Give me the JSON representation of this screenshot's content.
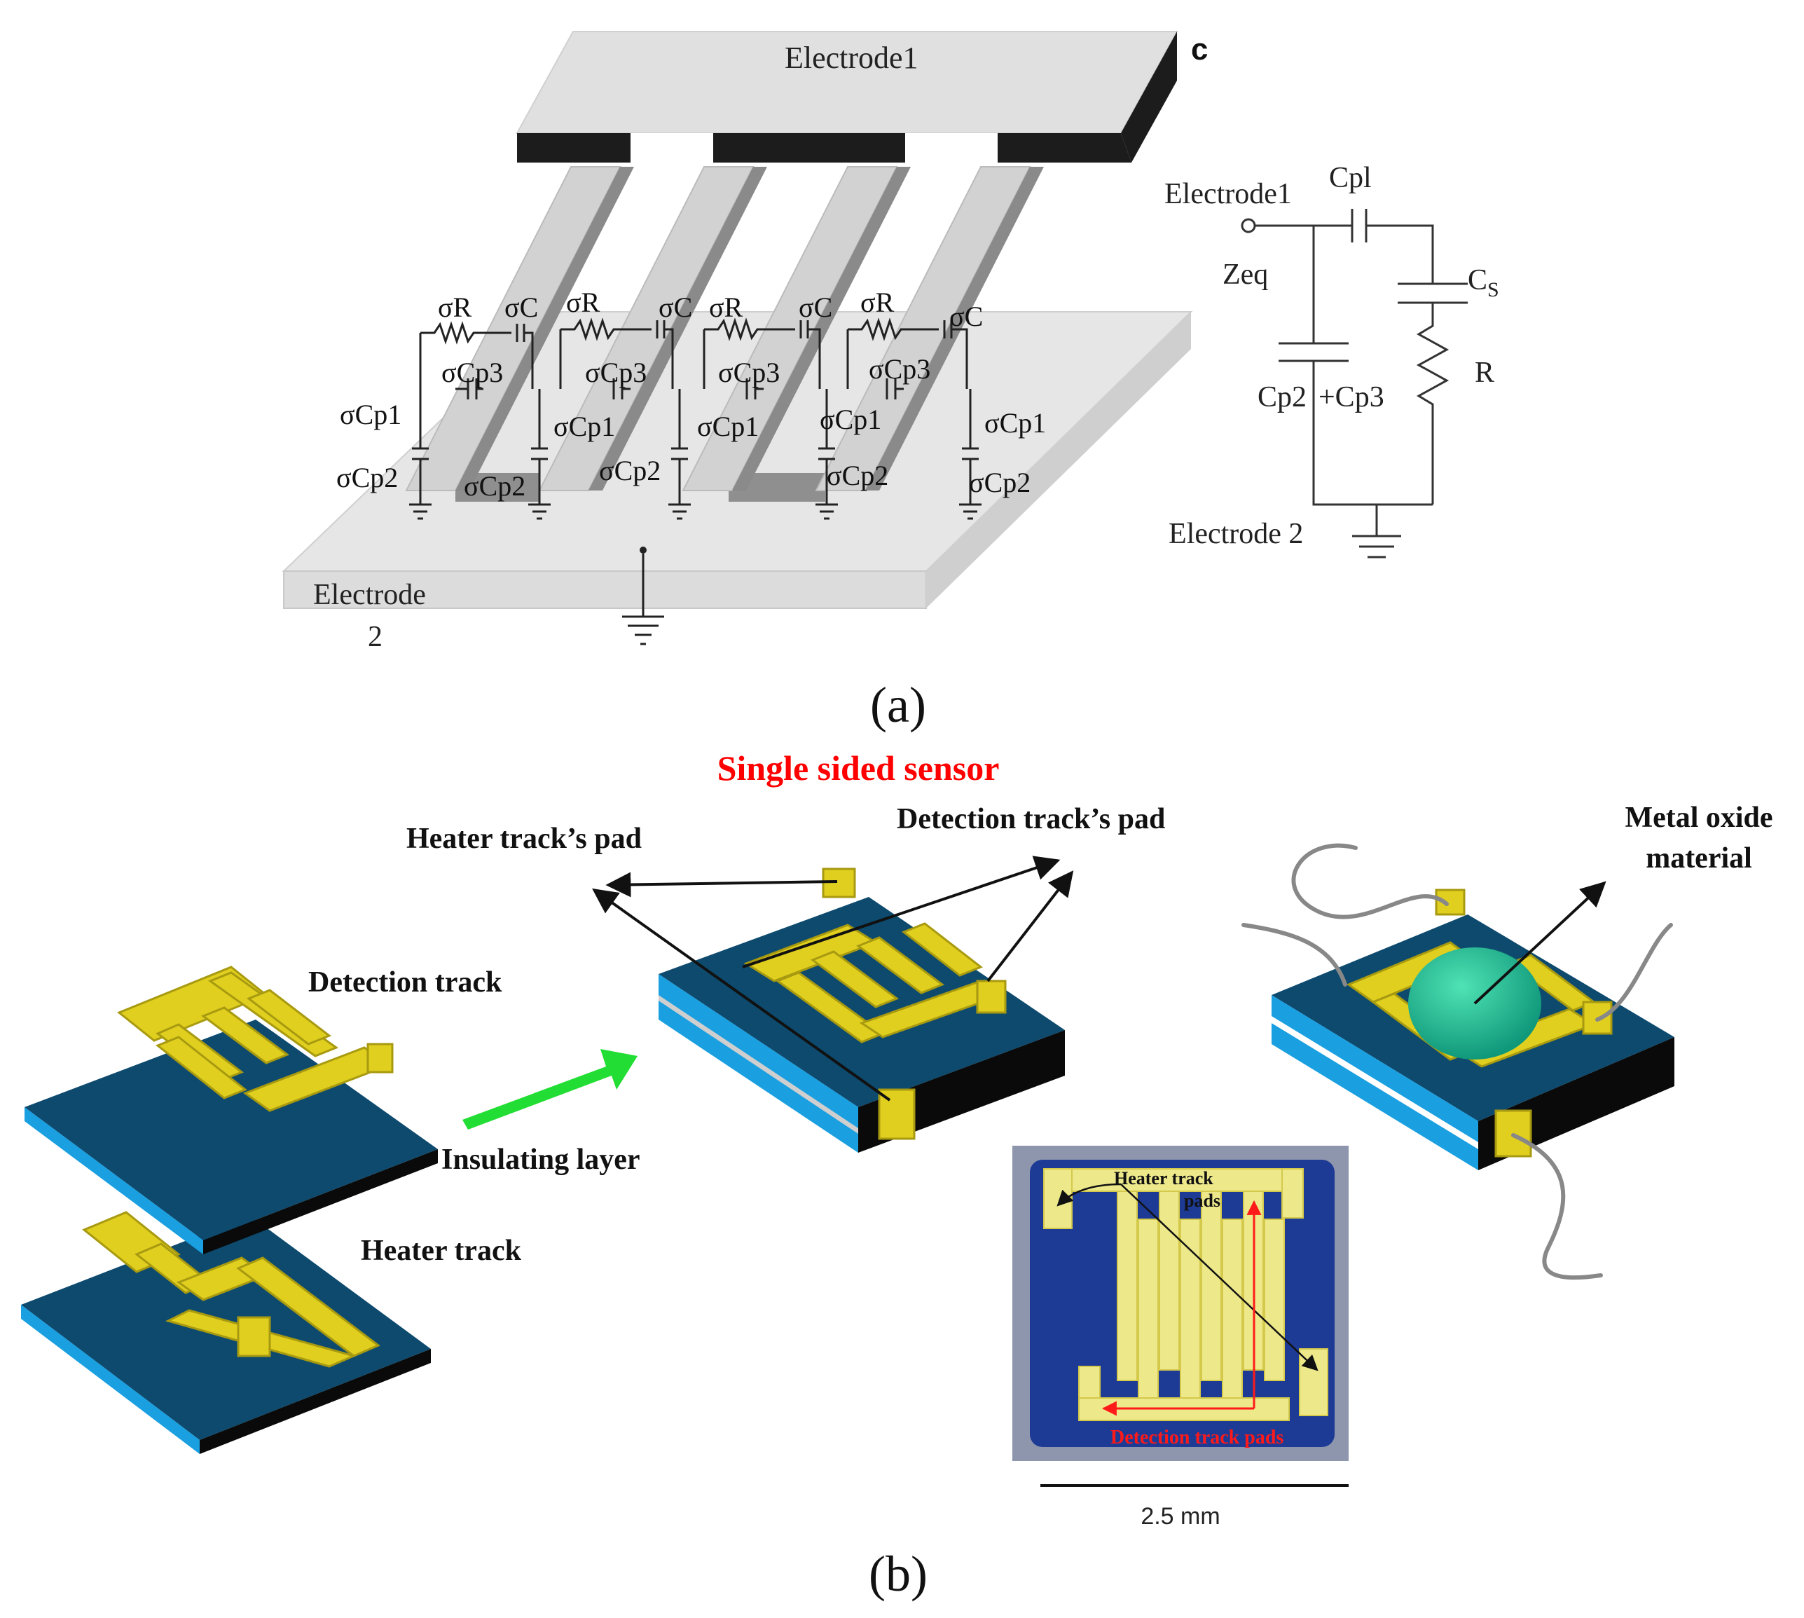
{
  "panel_a": {
    "corner_letter": "c",
    "electrode1_label": "Electrode1",
    "electrode2_label_line1": "Electrode",
    "electrode2_label_line2": "2",
    "components": {
      "sigma_r": "σR",
      "sigma_c": "σC",
      "sigma_cp3": "σCp3",
      "sigma_cp1": "σCp1",
      "sigma_cp2": "σCp2"
    },
    "circuit": {
      "electrode1": "Electrode1",
      "cp1": "Cpl",
      "zeq": "Zeq",
      "cs_main": "C",
      "cs_sub": "S",
      "r": "R",
      "cp2": "Cp2",
      "cp3": "+Cp3",
      "electrode2": "Electrode 2"
    },
    "caption": "(a)"
  },
  "panel_b": {
    "title": "Single sided sensor",
    "heater_pad_label": "Heater track’s pad",
    "detection_pad_label": "Detection track’s pad",
    "metal_oxide_line1": "Metal oxide",
    "metal_oxide_line2": "material",
    "detection_track_label": "Detection track",
    "insulating_layer_label": "Insulating layer",
    "heater_track_label": "Heater track",
    "photo_heater_label_line1": "Heater track",
    "photo_heater_label_line2": "pads",
    "photo_detection_label": "Detection track pads",
    "scale_label": "2.5 mm",
    "caption": "(b)"
  },
  "colors": {
    "board_top": "#0d4a6e",
    "board_edge": "#1a9fe0",
    "board_side": "#0a0a0a",
    "gold": "#e0cf1e",
    "gold_dark": "#a89a10",
    "title_red": "#ff0000",
    "arrow_green": "#22dd33",
    "oxide_green": "#1fbf8f",
    "electrode_grey": "#e4e4e4"
  }
}
